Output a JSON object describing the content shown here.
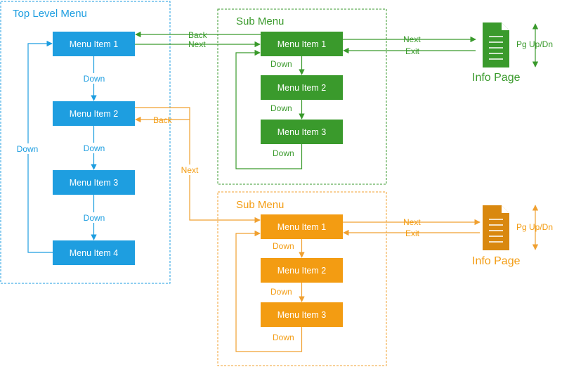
{
  "colors": {
    "blue": "#1e9ee0",
    "green": "#3a9a2c",
    "orange": "#f39c12",
    "orange_line": "#f0a030"
  },
  "groups": {
    "top": {
      "title": "Top Level Menu"
    },
    "sub1": {
      "title": "Sub Menu"
    },
    "sub2": {
      "title": "Sub Menu"
    }
  },
  "top_menu": {
    "items": [
      "Menu Item 1",
      "Menu Item 2",
      "Menu Item 3",
      "Menu Item 4"
    ]
  },
  "sub_menu_1": {
    "items": [
      "Menu Item 1",
      "Menu Item 2",
      "Menu Item 3"
    ]
  },
  "sub_menu_2": {
    "items": [
      "Menu Item 1",
      "Menu Item 2",
      "Menu Item 3"
    ]
  },
  "labels": {
    "down": "Down",
    "back": "Back",
    "next": "Next",
    "exit": "Exit",
    "pg_updn": "Pg Up/Dn",
    "info_page": "Info Page"
  },
  "icons": {
    "document": "document-icon"
  }
}
